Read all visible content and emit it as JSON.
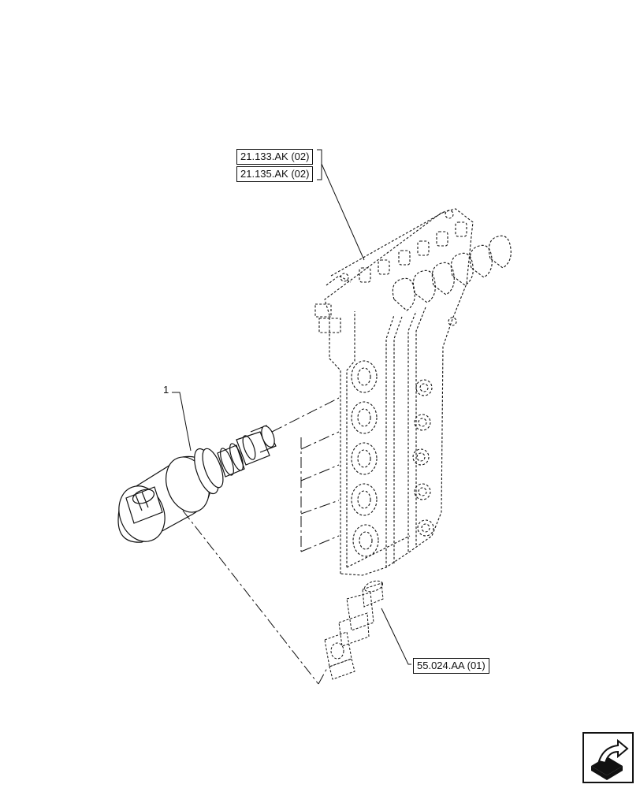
{
  "references": {
    "ref1": "21.133.AK (02)",
    "ref2": "21.135.AK (02)",
    "ref3": "55.024.AA (01)"
  },
  "callouts": {
    "item1": "1"
  },
  "icons": {
    "nav": "next-page-arrow-icon"
  },
  "colors": {
    "line": "#111111",
    "background": "#ffffff"
  }
}
